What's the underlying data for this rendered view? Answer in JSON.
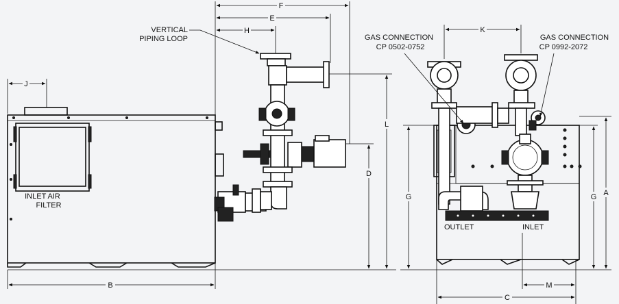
{
  "labels": {
    "vertical_piping_loop_line1": "VERTICAL",
    "vertical_piping_loop_line2": "PIPING LOOP",
    "gas_conn_left_line1": "GAS CONNECTION",
    "gas_conn_left_line2": "CP 0502-0752",
    "gas_conn_right_line1": "GAS CONNECTION",
    "gas_conn_right_line2": "CP 0992-2072",
    "inlet_air_filter_line1": "INLET AIR",
    "inlet_air_filter_line2": "FILTER",
    "outlet": "OUTLET",
    "inlet": "INLET"
  },
  "dimensions": {
    "A": "A",
    "B": "B",
    "C": "C",
    "D": "D",
    "E": "E",
    "F": "F",
    "G_left": "G",
    "G_right": "G",
    "H": "H",
    "J": "J",
    "K": "K",
    "L": "L",
    "M": "M"
  }
}
